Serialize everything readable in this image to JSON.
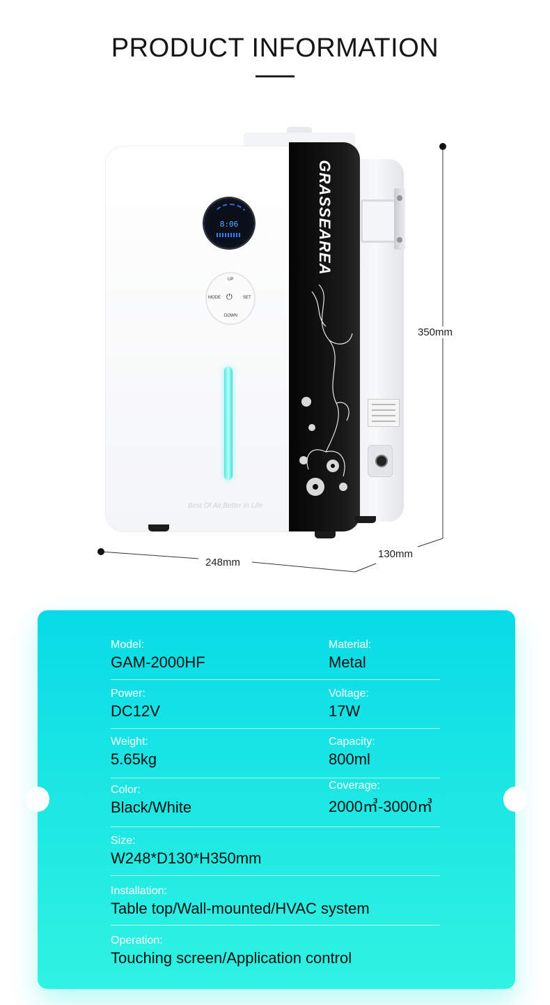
{
  "header": {
    "title": "PRODUCT INFORMATION"
  },
  "product": {
    "brand": "GRASSEAREA",
    "slogan": "Best Of Air,Better In Life",
    "display_time": "8:06",
    "keypad": {
      "up": "UP",
      "down": "DOWN",
      "mode": "MODE",
      "set": "SET",
      "power": "⏻"
    },
    "light_color": "#52e7e0"
  },
  "dimensions": {
    "height": "350mm",
    "width": "248mm",
    "depth": "130mm"
  },
  "specs": {
    "model_label": "Model:",
    "model": "GAM-2000HF",
    "material_label": "Material:",
    "material": "Metal",
    "power_label": "Power:",
    "power": "DC12V",
    "voltage_label": "Voltage:",
    "voltage": "17W",
    "weight_label": "Weight:",
    "weight": "5.65kg",
    "capacity_label": "Capacity:",
    "capacity": "800ml",
    "color_label": "Color:",
    "color": "Black/White",
    "coverage_label": "Coverage:",
    "coverage": "2000㎥-3000㎥",
    "size_label": "Size:",
    "size": "W248*D130*H350mm",
    "installation_label": "Installation:",
    "installation": "Table top/Wall-mounted/HVAC system",
    "operation_label": "Operation:",
    "operation": "Touching screen/Application control"
  },
  "colors": {
    "card_top": "#08dbe7",
    "card_bottom": "#2ff2e2",
    "panel": "#0a0a0a"
  }
}
